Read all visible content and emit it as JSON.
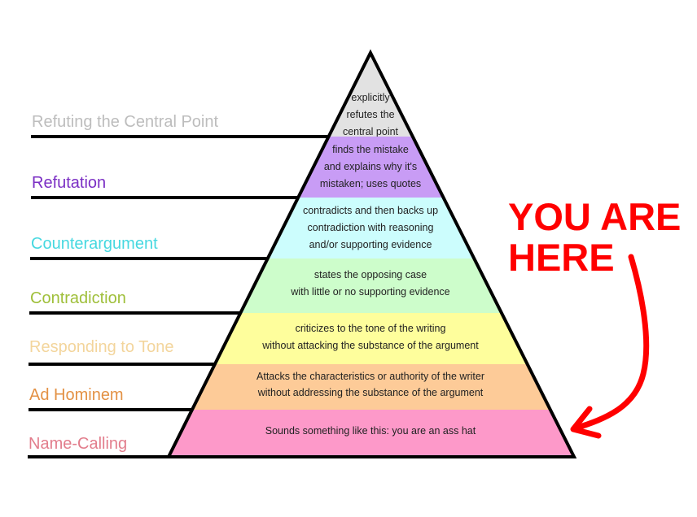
{
  "levels": [
    {
      "name": "Refuting the Central Point",
      "label_color": "#bdbdbd",
      "fill": "#e2e2e2",
      "desc": [
        "explicitly",
        "refutes the",
        "central point"
      ]
    },
    {
      "name": "Refutation",
      "label_color": "#7b2fc4",
      "fill": "#c89cf5",
      "desc": [
        "finds the mistake",
        "and explains why it's",
        "mistaken; uses quotes"
      ]
    },
    {
      "name": "Counterargument",
      "label_color": "#46d8e0",
      "fill": "#ccfdfd",
      "desc": [
        "contradicts and then backs up",
        "contradiction with reasoning",
        "and/or supporting evidence"
      ]
    },
    {
      "name": "Contradiction",
      "label_color": "#9fbf3a",
      "fill": "#cdfdcb",
      "desc": [
        "states the opposing case",
        "with little or no supporting evidence"
      ]
    },
    {
      "name": "Responding to Tone",
      "label_color": "#f3d59c",
      "fill": "#fefe9c",
      "desc": [
        "criticizes to the tone of the writing",
        "without attacking the substance of the argument"
      ]
    },
    {
      "name": "Ad Hominem",
      "label_color": "#e39144",
      "fill": "#fdcb98",
      "desc": [
        "Attacks the  characteristics or authority of the writer",
        "without addressing the substance of the argument"
      ]
    },
    {
      "name": "Name-Calling",
      "label_color": "#e27d8c",
      "fill": "#fd99c9",
      "desc": [
        "Sounds something like this: you are an ass hat"
      ]
    }
  ],
  "callout": {
    "line1": "YOU ARE",
    "line2": "HERE",
    "color": "#ff0000"
  }
}
